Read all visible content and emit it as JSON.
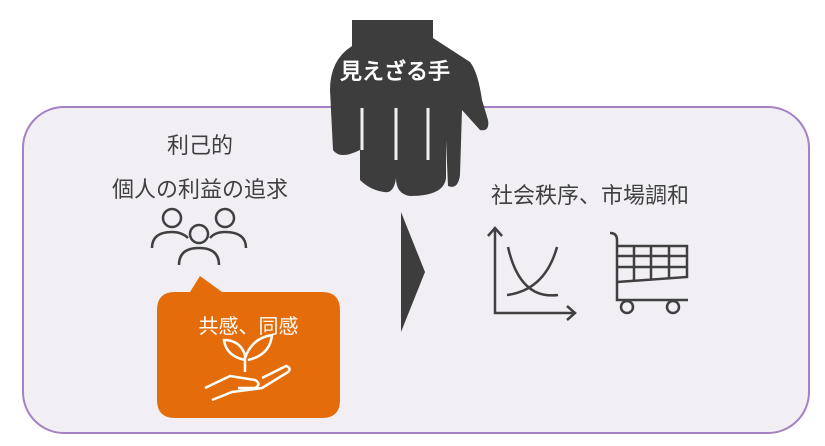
{
  "hand": {
    "label": "見えざる手"
  },
  "left": {
    "line1": "利己的",
    "line2": "個人の利益の追求"
  },
  "sympathy": {
    "label": "共感、同感"
  },
  "right": {
    "title": "社会秩序、市場調和"
  },
  "colors": {
    "frame_border": "#a382c4",
    "frame_fill": "#f1eff4",
    "dark": "#3d3d3d",
    "orange": "#e46c0a",
    "text": "#404040"
  }
}
